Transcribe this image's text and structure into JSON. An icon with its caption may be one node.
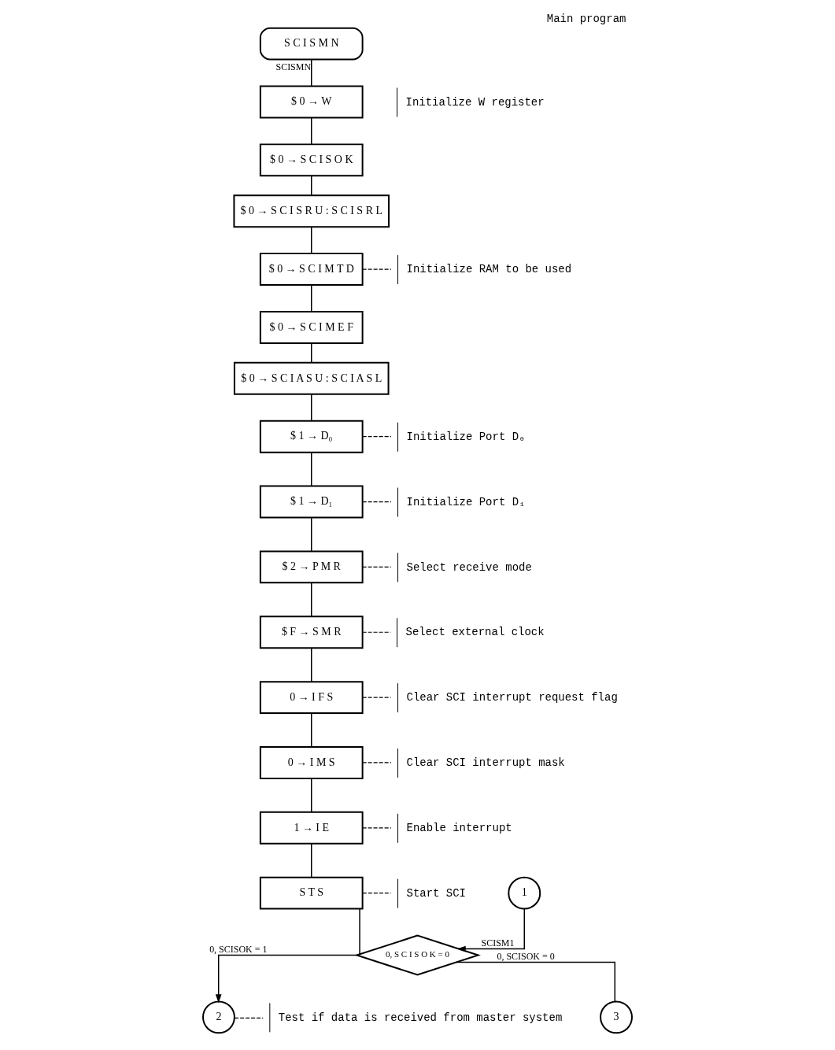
{
  "diagram": {
    "title": "Main program",
    "nodes": [
      {
        "text": [
          "S C I S M N"
        ]
      },
      {
        "text": [
          "$ 0 → W"
        ]
      },
      {
        "text": [
          "$ 0 → S C I S O K"
        ]
      },
      {
        "text": [
          "$ 0 → S C I S R U : S C I S R L"
        ]
      },
      {
        "text": [
          "$ 0 → S C I M T D"
        ]
      },
      {
        "text": [
          "$ 0 → S C I M E F"
        ]
      },
      {
        "text": [
          "$ 0 → S C I A S U : S C I A S L"
        ]
      },
      {
        "text": [
          "$ 1 → D₀"
        ]
      },
      {
        "text": [
          "$ 1 → D₁"
        ]
      },
      {
        "text": [
          "$ 2 → P M R"
        ]
      },
      {
        "text": [
          "$ F → S M R"
        ]
      },
      {
        "text": [
          "0 → I F S"
        ]
      },
      {
        "text": [
          "0 → I M S"
        ]
      },
      {
        "text": [
          "1 → I E"
        ]
      },
      {
        "text": [
          "S T S"
        ]
      },
      {
        "text": [
          "1"
        ]
      },
      {
        "text": [
          "0, S C I S O K = 0"
        ]
      },
      {
        "text": [
          "2"
        ]
      },
      {
        "text": [
          "3"
        ]
      },
      {
        "text": [
          "Initialize W register"
        ]
      },
      {
        "text": [
          "Initialize RAM to be used"
        ]
      },
      {
        "text": [
          "Initialize Port D₀"
        ]
      },
      {
        "text": [
          "Initialize Port D₁"
        ]
      },
      {
        "text": [
          "Select receive mode"
        ]
      },
      {
        "text": [
          "Select external clock"
        ]
      },
      {
        "text": [
          "Clear SCI interrupt request flag"
        ]
      },
      {
        "text": [
          "Clear SCI interrupt mask"
        ]
      },
      {
        "text": [
          "Enable interrupt"
        ]
      },
      {
        "text": [
          "Start SCI"
        ]
      },
      {
        "text": [
          "Test if data is received from master system"
        ]
      }
    ],
    "edges": [
      {
        "from": 0,
        "to": 1,
        "arrow": "none",
        "label": "SCISMN"
      },
      {
        "from": 1,
        "to": 2,
        "arrow": "none"
      },
      {
        "from": 2,
        "to": 3,
        "arrow": "none"
      },
      {
        "from": 3,
        "to": 4,
        "arrow": "none"
      },
      {
        "from": 4,
        "to": 5,
        "arrow": "none"
      },
      {
        "from": 5,
        "to": 6,
        "arrow": "none"
      },
      {
        "from": 6,
        "to": 7,
        "arrow": "none"
      },
      {
        "from": 7,
        "to": 8,
        "arrow": "none"
      },
      {
        "from": 8,
        "to": 9,
        "arrow": "none"
      },
      {
        "from": 9,
        "to": 10,
        "arrow": "none"
      },
      {
        "from": 10,
        "to": 11,
        "arrow": "none"
      },
      {
        "from": 11,
        "to": 12,
        "arrow": "none"
      },
      {
        "from": 12,
        "to": 13,
        "arrow": "none"
      },
      {
        "from": 13,
        "to": 14,
        "arrow": "none"
      },
      {
        "from": 14,
        "to": 16,
        "arrow": "none"
      },
      {
        "from": 15,
        "to": 16,
        "arrow": "to",
        "label": "SCISM1"
      },
      {
        "from": 16,
        "to": 17,
        "arrow": "to",
        "label": "0, SCISOK = 1"
      },
      {
        "from": 16,
        "to": 18,
        "arrow": "none",
        "label": "0, SCISOK = 0"
      },
      {
        "from": 4,
        "to": 20,
        "arrow": "none",
        "style": "dashed"
      },
      {
        "from": 7,
        "to": 21,
        "arrow": "none",
        "style": "dashed"
      },
      {
        "from": 8,
        "to": 22,
        "arrow": "none",
        "style": "dashed"
      },
      {
        "from": 9,
        "to": 23,
        "arrow": "none",
        "style": "dashed"
      },
      {
        "from": 10,
        "to": 24,
        "arrow": "none",
        "style": "dashed"
      },
      {
        "from": 11,
        "to": 25,
        "arrow": "none",
        "style": "dashed"
      },
      {
        "from": 12,
        "to": 26,
        "arrow": "none",
        "style": "dashed"
      },
      {
        "from": 13,
        "to": 27,
        "arrow": "none",
        "style": "dashed"
      },
      {
        "from": 14,
        "to": 28,
        "arrow": "none",
        "style": "dashed"
      },
      {
        "from": 17,
        "to": 29,
        "arrow": "none",
        "style": "dashed"
      }
    ]
  }
}
